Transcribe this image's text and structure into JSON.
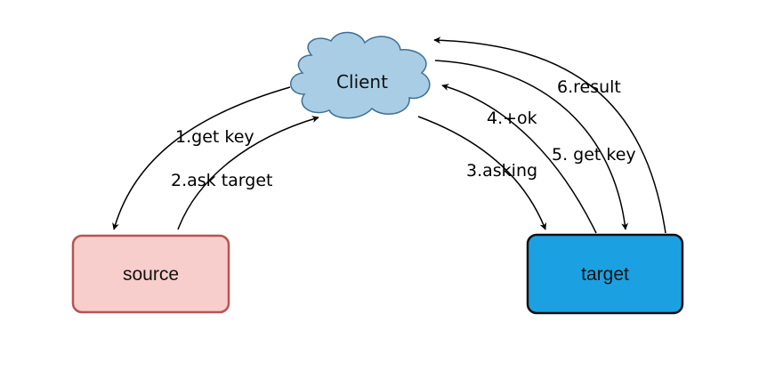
{
  "nodes": {
    "client": {
      "label": "Client",
      "fill": "#a9cde5",
      "stroke": "#3d6f95"
    },
    "source": {
      "label": "source",
      "fill": "#f8cecc",
      "stroke": "#b85450"
    },
    "target": {
      "label": "target",
      "fill": "#1ba1e2",
      "stroke": "#111111"
    }
  },
  "edges": [
    {
      "id": "get-key",
      "label": "1.get key",
      "from": "client",
      "to": "source"
    },
    {
      "id": "ask-target",
      "label": "2.ask target",
      "from": "source",
      "to": "client"
    },
    {
      "id": "asking",
      "label": "3.asking",
      "from": "client",
      "to": "target"
    },
    {
      "id": "plus-ok",
      "label": "4.+ok",
      "from": "target",
      "to": "client"
    },
    {
      "id": "get-key-2",
      "label": "5. get key",
      "from": "client",
      "to": "target"
    },
    {
      "id": "result",
      "label": "6.result",
      "from": "target",
      "to": "client"
    }
  ]
}
